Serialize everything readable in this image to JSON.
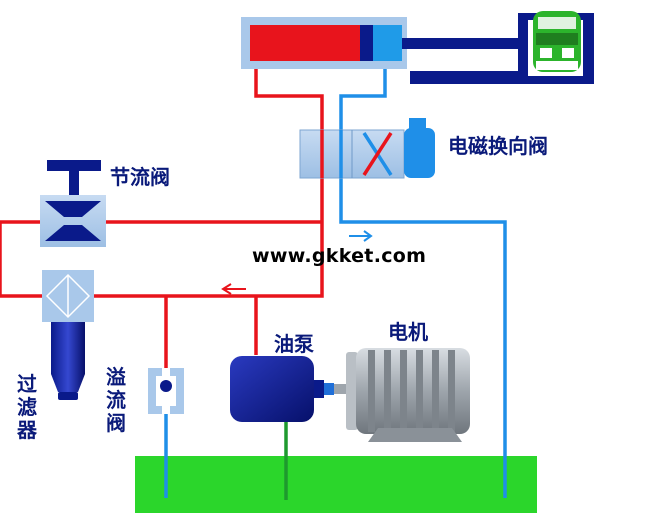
{
  "labels": {
    "solenoid_valve": "电磁换向阀",
    "throttle_valve": "节流阀",
    "filter": "过滤器",
    "relief_valve": "溢流阀",
    "oil_pump": "油泵",
    "motor": "电机"
  },
  "watermark": "www.gkket.com",
  "colors": {
    "pressure_line": "#e8141c",
    "return_line": "#1f8fe8",
    "tank": "#2bd62b",
    "valve_body": "#a9c8ea",
    "component_dark": "#0a1a8a"
  }
}
